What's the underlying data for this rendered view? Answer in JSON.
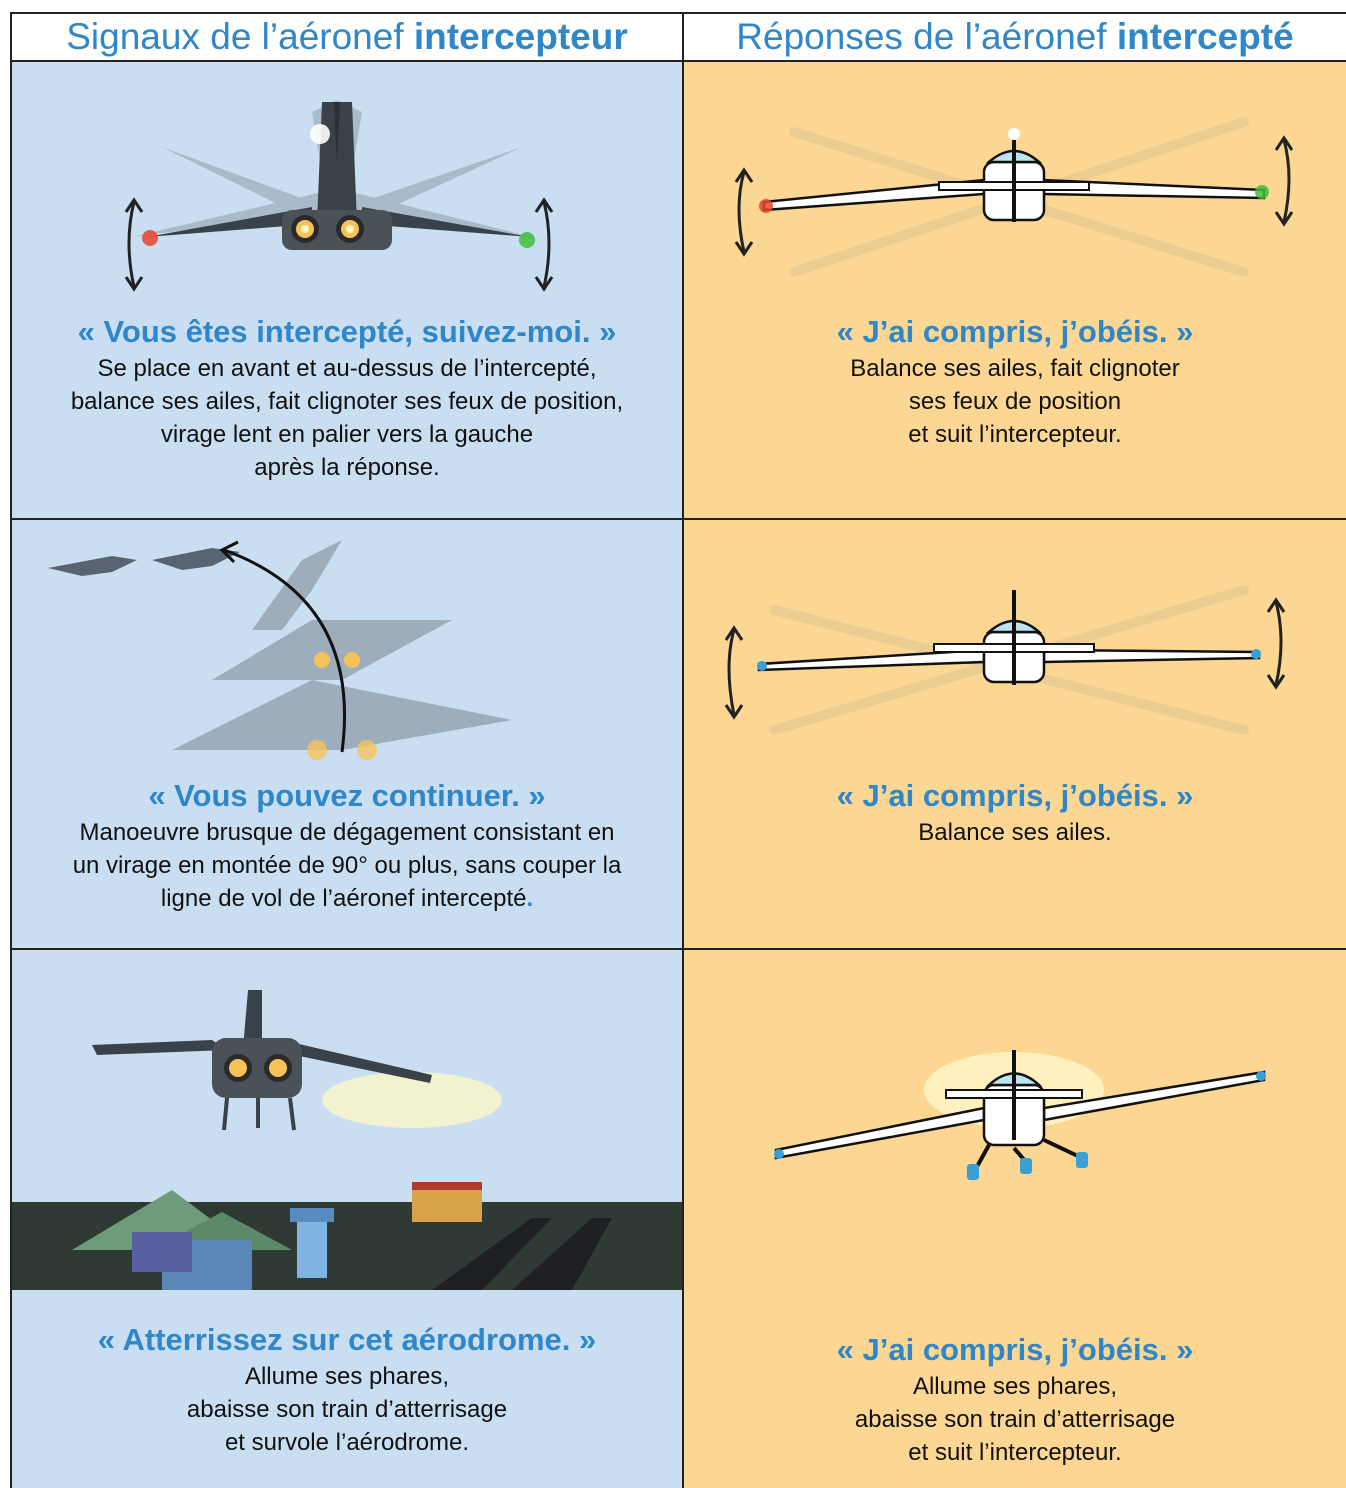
{
  "headers": {
    "left": {
      "normal": "Signaux de l’aéronef ",
      "bold": "intercepteur"
    },
    "right": {
      "normal": "Réponses de l’aéronef ",
      "bold": "intercepté"
    }
  },
  "rows": [
    {
      "signal": {
        "quote": "« Vous êtes intercepté, suivez-moi. »",
        "lines": [
          "Se place en avant et au-dessus de l’intercepté,",
          "balance ses ailes, fait clignoter ses feux de position,",
          "virage lent en palier vers la gauche",
          "après la réponse."
        ]
      },
      "response": {
        "quote": "« J’ai compris, j’obéis. »",
        "lines": [
          "Balance ses ailes, fait clignoter",
          "ses feux de position",
          "et suit l’intercepteur."
        ]
      }
    },
    {
      "signal": {
        "quote": "« Vous pouvez continuer. »",
        "lines": [
          "Manoeuvre brusque de dégagement consistant en",
          "un virage en montée de 90° ou plus, sans couper la",
          "ligne de vol de l’aéronef intercepté"
        ],
        "trailing_mark": "."
      },
      "response": {
        "quote": "« J’ai compris, j’obéis. »",
        "lines": [
          "Balance ses ailes."
        ]
      }
    },
    {
      "signal": {
        "quote": "« Atterrissez sur cet aérodrome. »",
        "lines": [
          "Allume ses phares,",
          "abaisse son train d’atterrisage",
          "et survole l’aérodrome."
        ]
      },
      "response": {
        "quote": "« J’ai compris, j’obéis. »",
        "lines": [
          "Allume ses phares,",
          "abaisse son train d’atterrisage",
          "et suit l’intercepteur."
        ]
      }
    }
  ],
  "colors": {
    "accent_text": "#2f86c8",
    "signal_background": "#c9dff1",
    "response_background": "#fcd794",
    "left_wing_light": "#e8452c",
    "right_wing_light": "#3fbf3a"
  },
  "icons": [
    "fighter-jet-icon",
    "light-aircraft-icon",
    "double-arrow-icon",
    "curved-arrow-icon",
    "airfield-scene"
  ]
}
